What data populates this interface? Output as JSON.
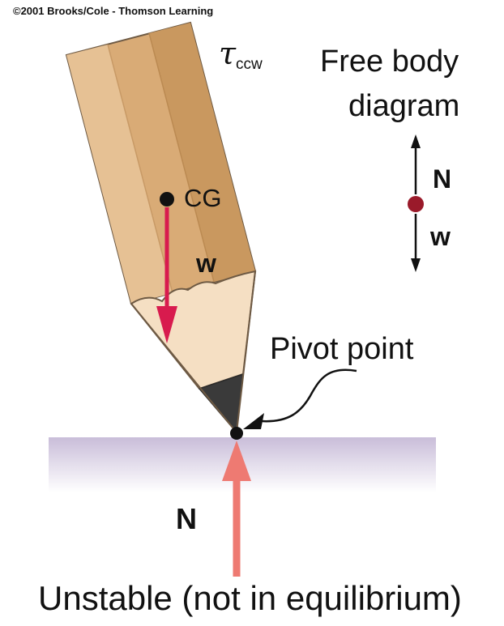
{
  "copyright": "©2001 Brooks/Cole - Thomson Learning",
  "torque": {
    "symbol": "τ",
    "subscript": "ccw"
  },
  "free_body": {
    "title_line1": "Free body",
    "title_line2": "diagram",
    "up_force": "N",
    "down_force": "w"
  },
  "pencil": {
    "cg_label": "CG",
    "weight_label": "w"
  },
  "pivot_label": "Pivot point",
  "normal_label": "N",
  "caption": "Unstable (not in equilibrium)",
  "colors": {
    "wood_light": "#e2b98a",
    "wood_mid": "#d4a570",
    "wood_dark": "#c8955a",
    "shaved_wood": "#f6e0c4",
    "graphite": "#3a3a3a",
    "surface": "#c9bdd9",
    "weight_arrow": "#d81b4e",
    "normal_arrow": "#ee7a72",
    "fbd_dot": "#9a1a2a"
  }
}
